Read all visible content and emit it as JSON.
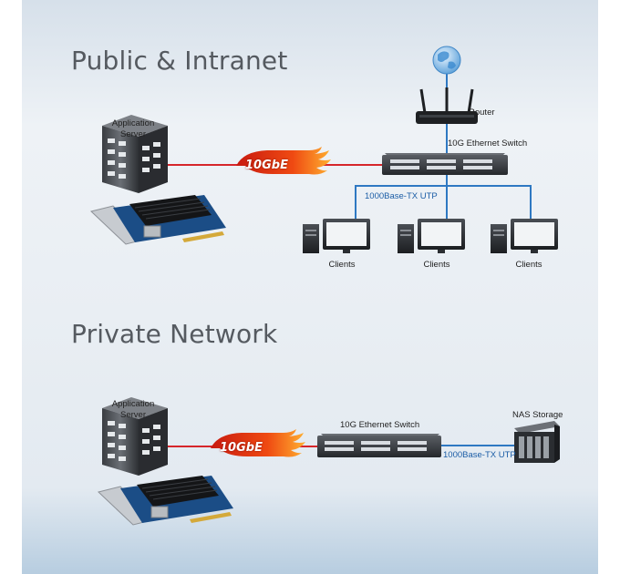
{
  "sections": {
    "public": {
      "title": "Public & Intranet",
      "server_label": "Application\nServer",
      "badge": "10GbE",
      "router_label": "Router",
      "switch_label": "10G Ethernet Switch",
      "link_label": "1000Base-TX UTP",
      "clients": [
        "Clients",
        "Clients",
        "Clients"
      ]
    },
    "private": {
      "title": "Private Network",
      "server_label": "Application\nServer",
      "badge": "10GbE",
      "switch_label": "10G Ethernet Switch",
      "nas_label": "NAS Storage",
      "link_label": "1000Base-TX UTP"
    }
  },
  "colors": {
    "fiber_link": "#d6262b",
    "copper_link": "#2e78c2",
    "badge": "#e04010"
  }
}
